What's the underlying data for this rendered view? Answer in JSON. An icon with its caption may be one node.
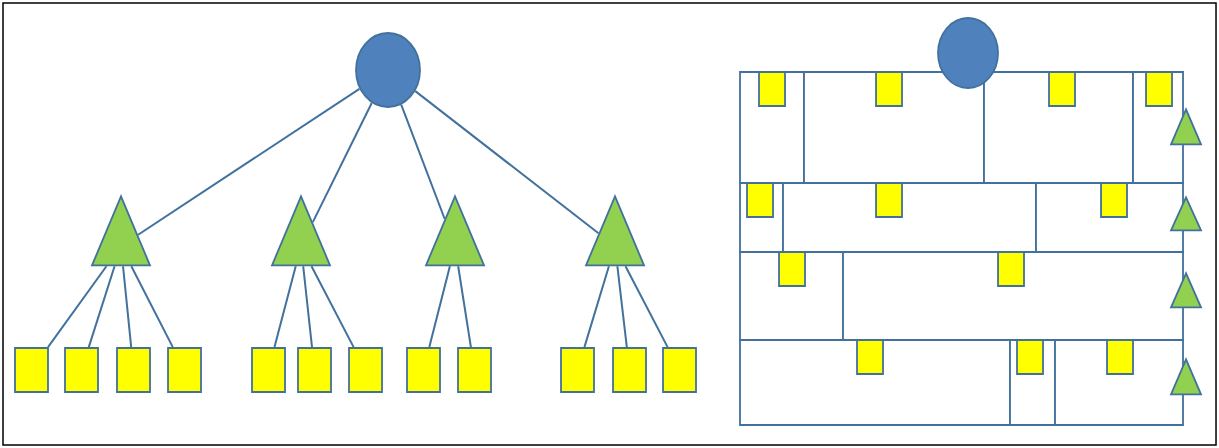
{
  "diagram": {
    "nodes": [
      {
        "text": [],
        "shape": "circle"
      },
      {
        "text": [],
        "shape": "triangle"
      },
      {
        "text": [],
        "shape": "triangle"
      },
      {
        "text": [],
        "shape": "triangle"
      },
      {
        "text": [],
        "shape": "triangle"
      },
      {
        "text": [],
        "shape": "box"
      },
      {
        "text": [],
        "shape": "box"
      },
      {
        "text": [],
        "shape": "box"
      },
      {
        "text": [],
        "shape": "box"
      },
      {
        "text": [],
        "shape": "box"
      },
      {
        "text": [],
        "shape": "box"
      },
      {
        "text": [],
        "shape": "box"
      },
      {
        "text": [],
        "shape": "box"
      },
      {
        "text": [],
        "shape": "box"
      },
      {
        "text": [],
        "shape": "box"
      },
      {
        "text": [],
        "shape": "box"
      },
      {
        "text": [],
        "shape": "box"
      },
      {
        "text": [],
        "shape": "circle"
      },
      {
        "text": [],
        "shape": "cell"
      },
      {
        "text": [],
        "shape": "cell"
      },
      {
        "text": [],
        "shape": "cell"
      },
      {
        "text": [],
        "shape": "cell"
      },
      {
        "text": [],
        "shape": "cell"
      },
      {
        "text": [],
        "shape": "cell"
      },
      {
        "text": [],
        "shape": "cell"
      },
      {
        "text": [],
        "shape": "cell"
      },
      {
        "text": [],
        "shape": "cell"
      },
      {
        "text": [],
        "shape": "cell"
      },
      {
        "text": [],
        "shape": "cell"
      },
      {
        "text": [],
        "shape": "cell"
      },
      {
        "text": [],
        "shape": "box",
        "in": 18
      },
      {
        "text": [],
        "shape": "box",
        "in": 19
      },
      {
        "text": [],
        "shape": "box",
        "in": 20
      },
      {
        "text": [],
        "shape": "box",
        "in": 21
      },
      {
        "text": [],
        "shape": "box",
        "in": 22
      },
      {
        "text": [],
        "shape": "box",
        "in": 23
      },
      {
        "text": [],
        "shape": "box",
        "in": 24
      },
      {
        "text": [],
        "shape": "box",
        "in": 25
      },
      {
        "text": [],
        "shape": "box",
        "in": 26
      },
      {
        "text": [],
        "shape": "box",
        "in": 27
      },
      {
        "text": [],
        "shape": "box",
        "in": 28
      },
      {
        "text": [],
        "shape": "box",
        "in": 29
      },
      {
        "text": [],
        "shape": "triangle"
      },
      {
        "text": [],
        "shape": "triangle"
      },
      {
        "text": [],
        "shape": "triangle"
      },
      {
        "text": [],
        "shape": "triangle"
      }
    ],
    "edges": [
      {
        "from": 0,
        "to": 1,
        "arrow": "none"
      },
      {
        "from": 0,
        "to": 2,
        "arrow": "none"
      },
      {
        "from": 0,
        "to": 3,
        "arrow": "none"
      },
      {
        "from": 0,
        "to": 4,
        "arrow": "none"
      },
      {
        "from": 1,
        "to": 5,
        "arrow": "none"
      },
      {
        "from": 1,
        "to": 6,
        "arrow": "none"
      },
      {
        "from": 1,
        "to": 7,
        "arrow": "none"
      },
      {
        "from": 1,
        "to": 8,
        "arrow": "none"
      },
      {
        "from": 2,
        "to": 9,
        "arrow": "none"
      },
      {
        "from": 2,
        "to": 10,
        "arrow": "none"
      },
      {
        "from": 2,
        "to": 11,
        "arrow": "none"
      },
      {
        "from": 3,
        "to": 12,
        "arrow": "none"
      },
      {
        "from": 3,
        "to": 13,
        "arrow": "none"
      },
      {
        "from": 4,
        "to": 14,
        "arrow": "none"
      },
      {
        "from": 4,
        "to": 15,
        "arrow": "none"
      },
      {
        "from": 4,
        "to": 16,
        "arrow": "none"
      }
    ]
  }
}
